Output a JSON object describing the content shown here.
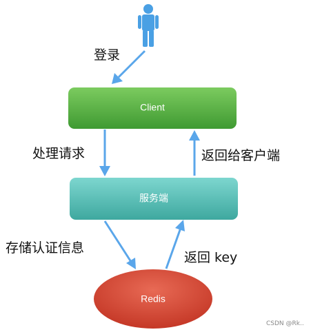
{
  "colors": {
    "client_fill": "#59b64a",
    "server_fill": "#5fc4bd",
    "redis_fill": "#dc4a3a",
    "arrow": "#5aa6ea",
    "person": "#4aa0e4"
  },
  "actor": {
    "icon": "person-icon"
  },
  "nodes": {
    "client": "Client",
    "server": "服务端",
    "redis": "Redis"
  },
  "edges": {
    "login": "登录",
    "process_request": "处理请求",
    "return_to_client": "返回给客户端",
    "store_auth": "存储认证信息",
    "return_key": "返回 key"
  },
  "watermark": "CSDN @Rk.."
}
